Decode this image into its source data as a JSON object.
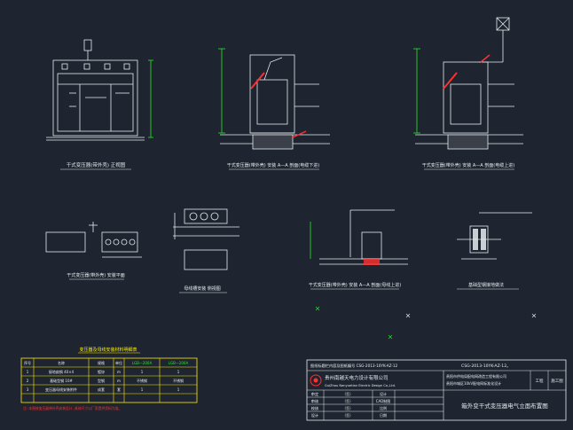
{
  "colors": {
    "background": "#1e2430",
    "white_lines": "#e8ecef",
    "red": "#ff3030",
    "yellow": "#ffee00",
    "green": "#22ee22",
    "cyan": "#00ffff",
    "gray": "#b8b8b8"
  },
  "views": {
    "front_view_caption": "干式变压器(带外壳) 正视图",
    "section_cable_up_caption": "干式变压器(带外壳) 安装 A—A 剖面(电缆下进)",
    "section_cable_right_caption": "干式变压器(带外壳) 安装 A—A 剖面(电缆上进)",
    "section_busbar_caption": "干式变压器(带外壳) 安装 A—A 剖面(母线上进)",
    "plan_box_caption": "干式变压器(带外壳) 安装平面",
    "plan_busbar_caption": "母线槽安装 侧视图",
    "grounding_caption": "基础型钢接地做法"
  },
  "legend_table": {
    "title": "变压器及母线安装材料明细表",
    "header": [
      "序号",
      "名称",
      "规格",
      "单位",
      "LGB—200A",
      "LGB—200A"
    ],
    "rows": [
      [
        "1",
        "接地扁钢 40×4",
        "镀锌",
        "m",
        "1",
        "1"
      ],
      [
        "2",
        "基础型钢 10#",
        "型钢",
        "m",
        "不锈钢",
        "不锈钢"
      ],
      [
        "3",
        "变压器母线安装附件",
        "成套",
        "套",
        "1",
        "1"
      ]
    ],
    "note": "注: 本图按变压器带外壳安装设计, 具体尺寸以厂家提供资料为准。"
  },
  "title_block": {
    "header_note": "图纸标题栏内容及图纸编号 CSG-2013-10YK-AZ-12",
    "drawing_number": "CSG-2013-10YK-AZ-12。",
    "company_cn": "贵州南越天电力设计有限公司",
    "company_en": "GuiZhou Nanyuetian Electric Design Co.,Ltd.",
    "project_owner": "贵阳市供电局配电网改造工程有限公司",
    "project_name": "贵阳市城区10kV配电网标准化设计",
    "stage_label": "工程",
    "stage_value": "施工图",
    "roles": [
      {
        "label": "审定",
        "sign": "(签)"
      },
      {
        "label": "审核",
        "sign": "(签)"
      },
      {
        "label": "校核",
        "sign": "(签)"
      },
      {
        "label": "设计",
        "sign": "(签)"
      }
    ],
    "mid_labels": [
      "设计",
      "CAD制图",
      "比例",
      "日期"
    ],
    "drawing_title": "箱外变干式变压器电气立面布置图"
  }
}
